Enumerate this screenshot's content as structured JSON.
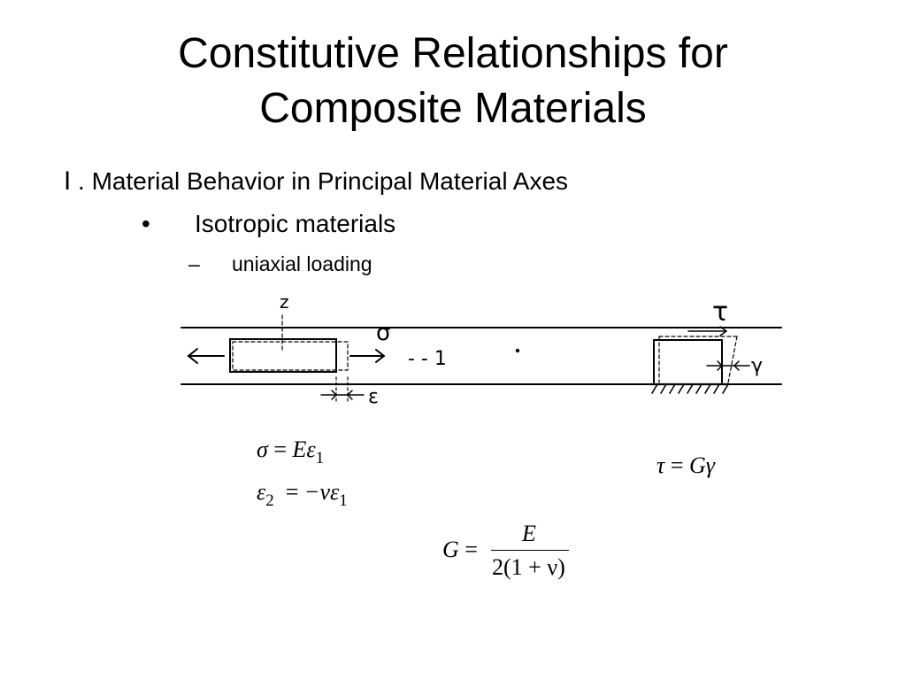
{
  "title": {
    "line1": "Constitutive Relationships for",
    "line2": "Composite Materials"
  },
  "outline": {
    "level1": "Ⅰ . Material Behavior in Principal Material Axes",
    "level2_bullet": "•",
    "level2": "Isotropic materials",
    "level3_bullet": "–",
    "level3": "uniaxial loading"
  },
  "sketch": {
    "z_label": "z",
    "sigma_label": "σ",
    "axis_label": "- - 1",
    "epsilon_label": "ε",
    "tau_label": "τ",
    "gamma_label": "γ"
  },
  "equations": {
    "eq1": {
      "lhs": "σ",
      "eq": "=",
      "r1": "Eε",
      "r1sub": "1"
    },
    "eq2": {
      "lhs": "ε",
      "lsub": "2",
      "eq": "=",
      "r1": "−νε",
      "r1sub": "1"
    },
    "eq3": {
      "lhs": "τ",
      "eq": "=",
      "rhs": "Gγ"
    },
    "eq4": {
      "lhs": "G",
      "eq": "=",
      "num": "E",
      "den_a": "2",
      "den_b": "(1 + ν)"
    }
  }
}
